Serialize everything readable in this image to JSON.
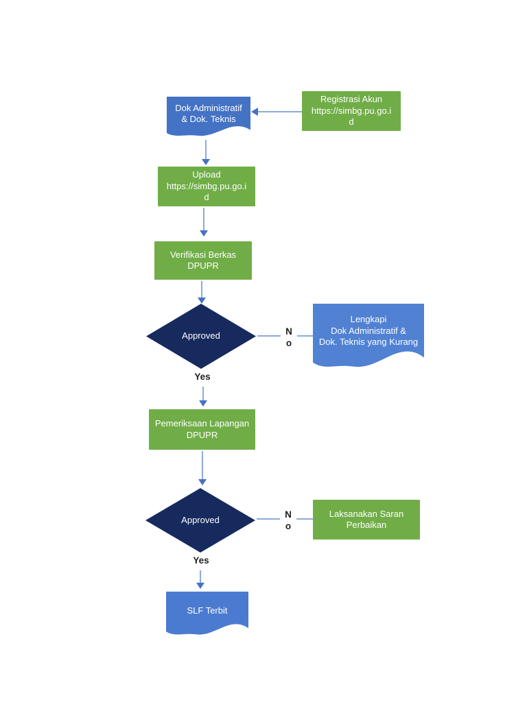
{
  "diagram": {
    "type": "flowchart",
    "background": "#ffffff",
    "colors": {
      "process_fill": "#70ad47",
      "document_fill": "#4472c4",
      "document_fill_light": "#5081d3",
      "document_fill_mid": "#4b7bd0",
      "decision_fill": "#172a5e",
      "node_text": "#ffffff",
      "connector_line": "#8ca9de",
      "arrowhead": "#4472c4",
      "edge_label_text": "#1f1f1f"
    },
    "nodes": {
      "doc_admin": {
        "shape": "document",
        "fill": "#4472c4",
        "label": "Dok Administratif\n& Dok. Teknis"
      },
      "registrasi": {
        "shape": "process",
        "fill": "#70ad47",
        "label": "Registrasi Akun\nhttps://simbg.pu.go.i\nd"
      },
      "upload": {
        "shape": "process",
        "fill": "#70ad47",
        "label": "Upload\nhttps://simbg.pu.go.i\nd"
      },
      "verifikasi": {
        "shape": "process",
        "fill": "#70ad47",
        "label": "Verifikasi Berkas\nDPUPR"
      },
      "approved1": {
        "shape": "decision",
        "fill": "#172a5e",
        "label": "Approved"
      },
      "lengkapi": {
        "shape": "document",
        "fill": "#5081d3",
        "label": "Lengkapi\nDok Administratif &\nDok. Teknis yang Kurang"
      },
      "pemeriksaan": {
        "shape": "process",
        "fill": "#70ad47",
        "label": "Pemeriksaan Lapangan\nDPUPR"
      },
      "approved2": {
        "shape": "decision",
        "fill": "#172a5e",
        "label": "Approved"
      },
      "laksanakan": {
        "shape": "process",
        "fill": "#70ad47",
        "label": "Laksanakan Saran\nPerbaikan"
      },
      "slf": {
        "shape": "document",
        "fill": "#4b7bd0",
        "label": "SLF Terbit"
      }
    },
    "edges": [
      {
        "from": "registrasi",
        "to": "doc_admin",
        "label": ""
      },
      {
        "from": "doc_admin",
        "to": "upload",
        "label": ""
      },
      {
        "from": "upload",
        "to": "verifikasi",
        "label": ""
      },
      {
        "from": "verifikasi",
        "to": "approved1",
        "label": ""
      },
      {
        "from": "approved1",
        "to": "lengkapi",
        "label": "No"
      },
      {
        "from": "approved1",
        "to": "pemeriksaan",
        "label": "Yes"
      },
      {
        "from": "pemeriksaan",
        "to": "approved2",
        "label": ""
      },
      {
        "from": "approved2",
        "to": "laksanakan",
        "label": "No"
      },
      {
        "from": "approved2",
        "to": "slf",
        "label": "Yes"
      }
    ]
  }
}
